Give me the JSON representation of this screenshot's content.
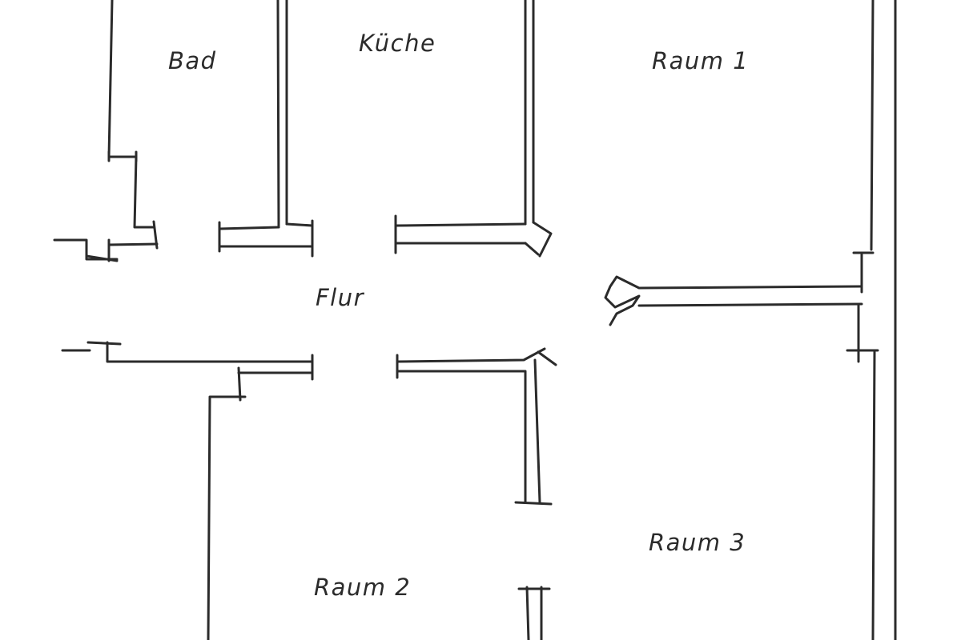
{
  "floorplan": {
    "rooms": {
      "bathroom": "Bad",
      "kitchen": "Küche",
      "room1": "Raum 1",
      "hallway": "Flur",
      "room2": "Raum 2",
      "room3": "Raum 3"
    },
    "stroke_color": "#2b2b2b",
    "background_color": "#ffffff"
  }
}
